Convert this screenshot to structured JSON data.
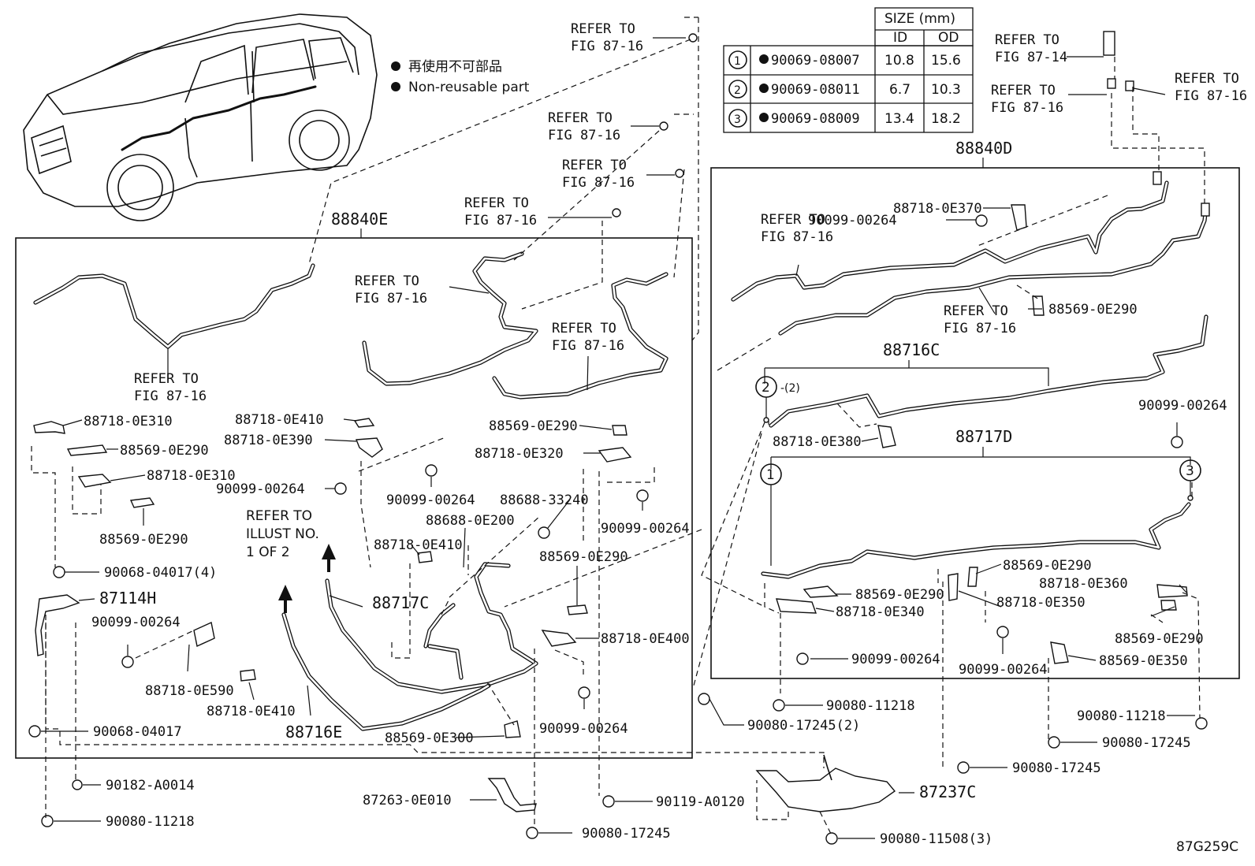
{
  "legend": {
    "line_jp": "再使用不可部品",
    "line_en": "Non-reusable part"
  },
  "size_table": {
    "header": "SIZE (mm)",
    "col_id": "ID",
    "col_od": "OD",
    "rows": [
      {
        "no": "1",
        "part": "90069-08007",
        "id": "10.8",
        "od": "15.6"
      },
      {
        "no": "2",
        "part": "90069-08011",
        "id": "6.7",
        "od": "10.3"
      },
      {
        "no": "3",
        "part": "90069-08009",
        "id": "13.4",
        "od": "18.2"
      }
    ]
  },
  "groups": {
    "e": "88840E",
    "d": "88840D",
    "c716": "88716C",
    "d717": "88717D"
  },
  "refer": {
    "line1": "REFER TO",
    "fig_87_16": "FIG 87-16",
    "fig_87_14": "FIG 87-14"
  },
  "illust_note": {
    "line1": "REFER TO",
    "line2": "ILLUST NO.",
    "line3": "1 OF 2"
  },
  "labels": {
    "e310a": "88718-0E310",
    "e290a": "88569-0E290",
    "e310b": "88718-0E310",
    "e290b": "88569-0E290",
    "l68a": "90068-04017(4)",
    "h114": "87114H",
    "l264a": "90099-00264",
    "e590": "88718-0E590",
    "e410a": "88718-0E410",
    "l68b": "90068-04017",
    "e716": "88716E",
    "e300": "88569-0E300",
    "l182": "90182-A0014",
    "l80a": "90080-11218",
    "e410b": "88718-0E410",
    "e390": "88718-0E390",
    "l264b": "90099-00264",
    "l264c": "90099-00264",
    "e200": "88688-0E200",
    "e410c": "88718-0E410",
    "c717": "88717C",
    "e290c": "88569-0E290",
    "e320": "88718-0E320",
    "l240": "88688-33240",
    "l264d": "90099-00264",
    "e290d": "88569-0E290",
    "e400": "88718-0E400",
    "l264e": "90099-00264",
    "l263": "87263-0E010",
    "l80b": "90080-17245",
    "l119": "90119-A0120",
    "e370": "88718-0E370",
    "l264f": "90099-00264",
    "e290e": "88569-0E290",
    "e380": "88718-0E380",
    "l264g": "90099-00264",
    "e290f": "88569-0E290",
    "e340": "88718-0E340",
    "e290g": "88569-0E290",
    "e350": "88718-0E350",
    "e360": "88718-0E360",
    "e290h": "88569-0E290",
    "l264h": "90099-00264",
    "l264i": "90099-00264",
    "e350b": "88569-0E350",
    "l80c": "90080-11218",
    "l80d": "90080-17245(2)",
    "l80e": "90080-11218",
    "l80f": "90080-17245",
    "l80g": "90080-17245",
    "c237": "87237C",
    "l508": "90080-11508(3)",
    "dwg": "87G259C"
  },
  "callouts": {
    "c1": "1",
    "c2": "2",
    "c3": "3",
    "qty2": "-(2)"
  }
}
